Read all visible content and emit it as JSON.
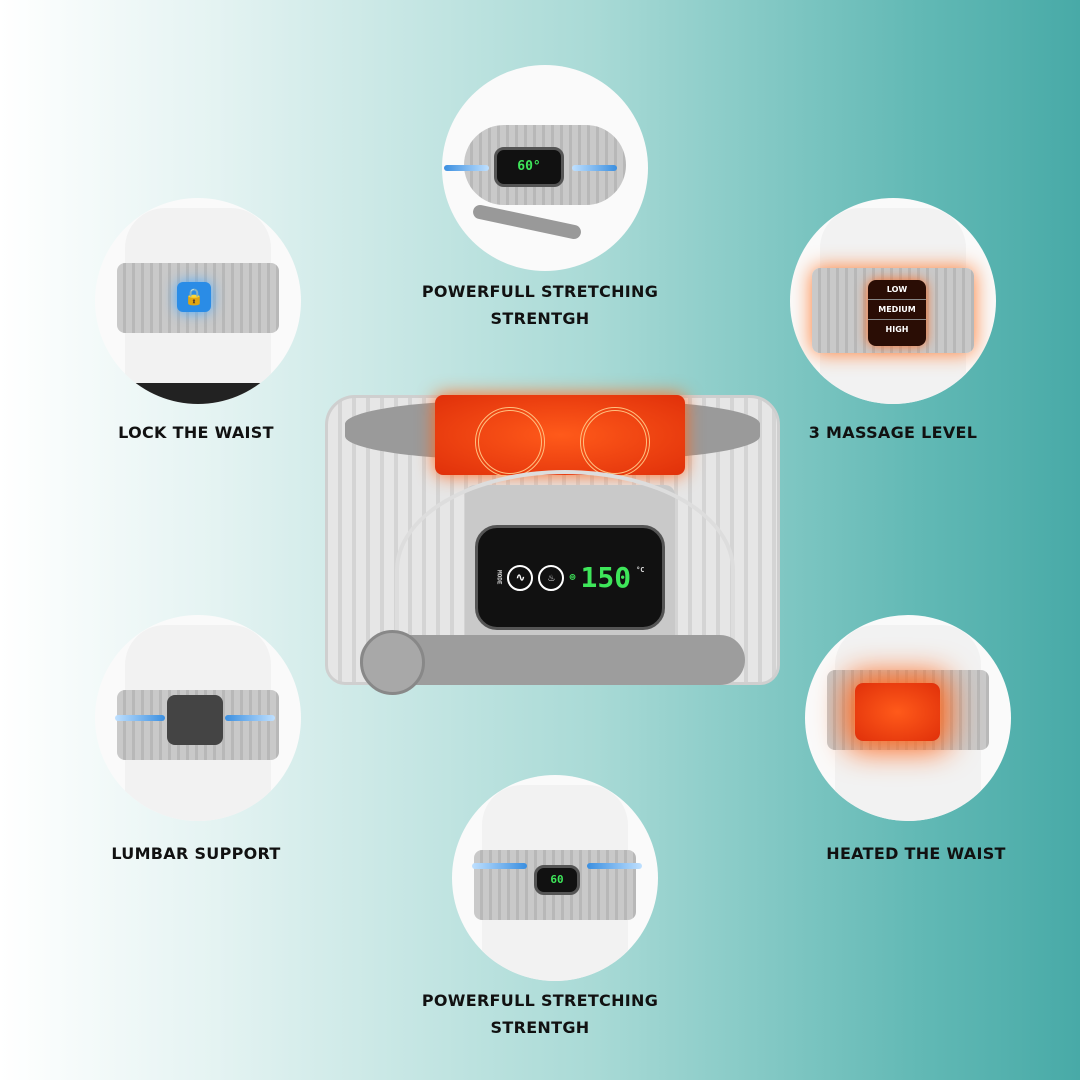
{
  "features": {
    "top": {
      "label_line1": "POWERFULL STRETCHING",
      "label_line2": "STRENTGH",
      "display": "60°"
    },
    "lock": {
      "label": "LOCK THE WAIST"
    },
    "massage": {
      "label": "3 MASSAGE LEVEL",
      "levels": [
        "LOW",
        "MEDIUM",
        "HIGH"
      ]
    },
    "lumbar": {
      "label": "LUMBAR SUPPORT"
    },
    "heated": {
      "label": "HEATED THE WAIST"
    },
    "bottom": {
      "label_line1": "POWERFULL STRETCHING",
      "label_line2": "STRENTGH",
      "display": "60"
    }
  },
  "product": {
    "display_value": "150",
    "unit": "°C",
    "mode_label": "MODE"
  },
  "colors": {
    "accent_teal": "#48aaa7",
    "display_green": "#3ee65a",
    "heat_orange": "#ff5a1a",
    "arrow_blue": "#3b8fe0"
  }
}
